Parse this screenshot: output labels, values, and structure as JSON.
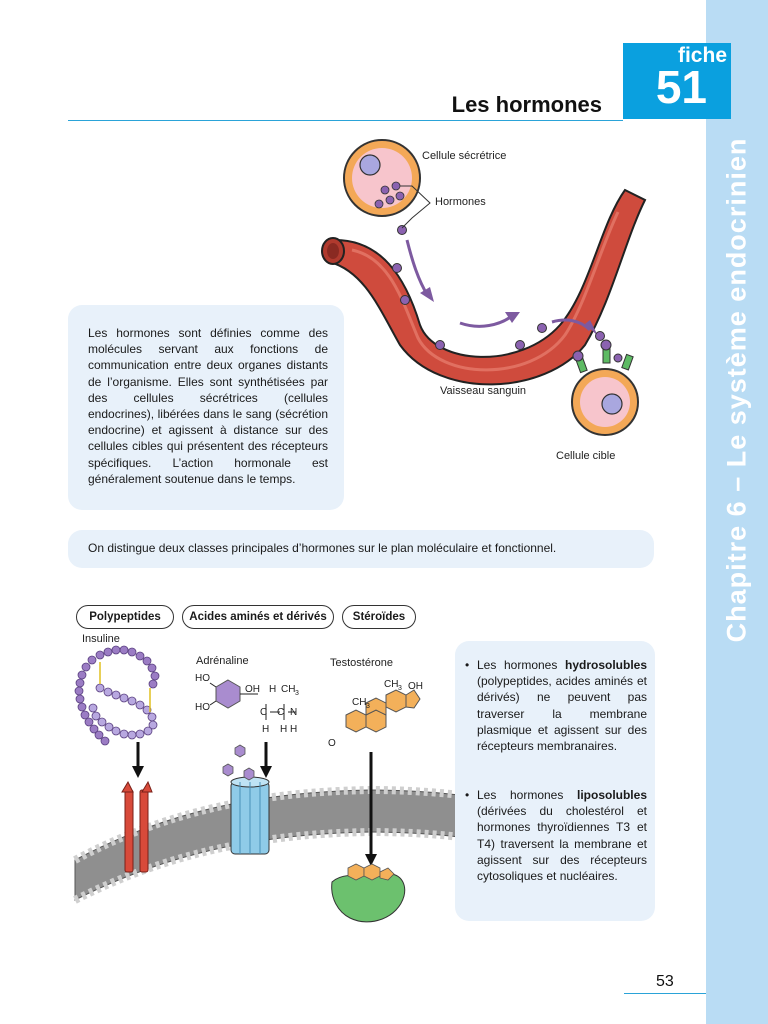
{
  "header": {
    "fiche_label": "fiche",
    "fiche_number": "51",
    "title": "Les hormones",
    "chapter": "Chapitre 6 – Le système endocrinien"
  },
  "diagram1": {
    "label_secretory_cell": "Cellule sécrétrice",
    "label_hormones": "Hormones",
    "label_vessel": "Vaisseau sanguin",
    "label_target_cell": "Cellule cible"
  },
  "intro_text": "Les hormones sont définies comme des molécules servant aux fonctions de communication entre deux organes distants de l’organisme. Elles sont synthétisées par des cellules sécrétrices (cellules endocrines), libérées dans le sang (sécrétion endocrine) et agissent à distance sur des cellules cibles qui présentent des récepteurs spécifiques. L’action hormonale est généralement soutenue dans le temps.",
  "classes_text": "On distingue deux classes principales d’hormones sur le plan moléculaire et fonctionnel.",
  "diagram2": {
    "pills": [
      "Polypeptides",
      "Acides aminés et dérivés",
      "Stéroïdes"
    ],
    "insulin_label": "Insuline",
    "adrenaline_label": "Adrénaline",
    "testosterone_label": "Testostérone"
  },
  "bullets": {
    "hydro_prefix": "Les hormones ",
    "hydro_bold": "hydrosolubles",
    "hydro_rest": " (polypeptides, acides aminés et dérivés) ne peuvent pas traverser la membrane plasmique et agissent sur des récepteurs membranaires.",
    "lipo_prefix": "Les hormones ",
    "lipo_bold": "liposolubles",
    "lipo_rest": " (dérivées du cholestérol et hormones thyroïdiennes T3 et T4) traversent la membrane et agissent sur des récepteurs cytosoliques et nucléaires."
  },
  "page_number": "53",
  "colors": {
    "accent": "#0aa0df",
    "sidebar": "#b9dcf4",
    "box_bg": "#e8f1fa",
    "vessel": "#c9473a",
    "hormone": "#8b62b0"
  }
}
